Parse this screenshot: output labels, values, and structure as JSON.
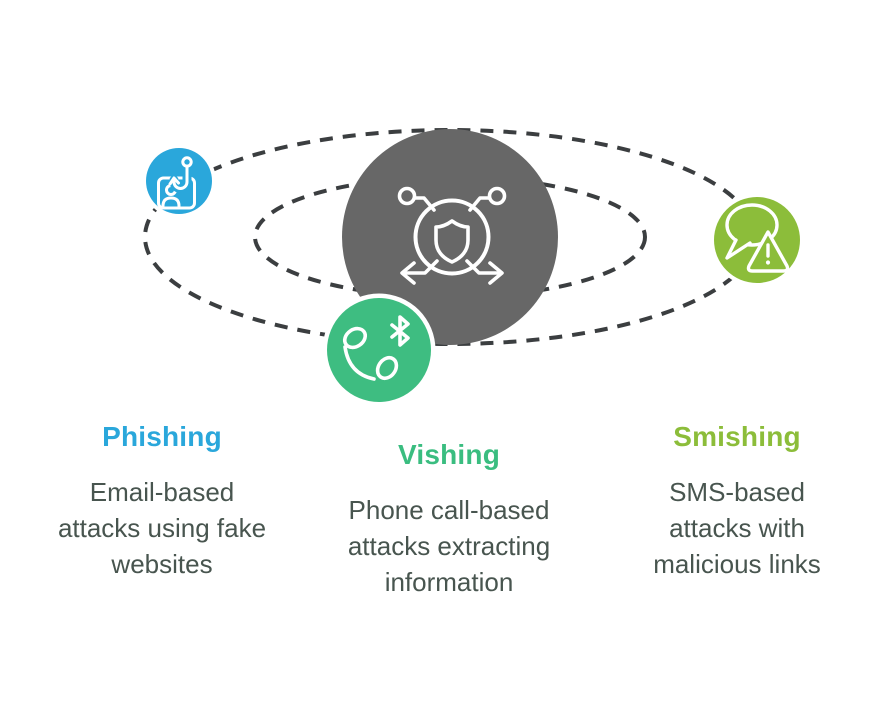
{
  "center": {
    "icon": "shield-network-icon",
    "circle_color": "#676767"
  },
  "orbits": {
    "style": "dashed",
    "stroke_color": "#3B3E40"
  },
  "text_color": "#48554F",
  "sections": [
    {
      "id": "phishing",
      "title": "Phishing",
      "title_color": "#2AA7DB",
      "circle_color": "#2AA7DB",
      "icon": "id-card-fishing-hook-icon",
      "description": "Email-based attacks using fake websites",
      "lines": [
        "Email-based",
        "attacks using fake",
        "websites"
      ]
    },
    {
      "id": "vishing",
      "title": "Vishing",
      "title_color": "#3ABD80",
      "circle_color": "#3EBD81",
      "icon": "phone-bluetooth-icon",
      "description": "Phone call-based attacks extracting information",
      "lines": [
        "Phone call-based",
        "attacks extracting",
        "information"
      ]
    },
    {
      "id": "smishing",
      "title": "Smishing",
      "title_color": "#8CBD3A",
      "circle_color": "#8CBD3A",
      "icon": "chat-bubble-warning-icon",
      "description": "SMS-based attacks with malicious links",
      "lines": [
        "SMS-based",
        "attacks with",
        "malicious links"
      ]
    }
  ]
}
